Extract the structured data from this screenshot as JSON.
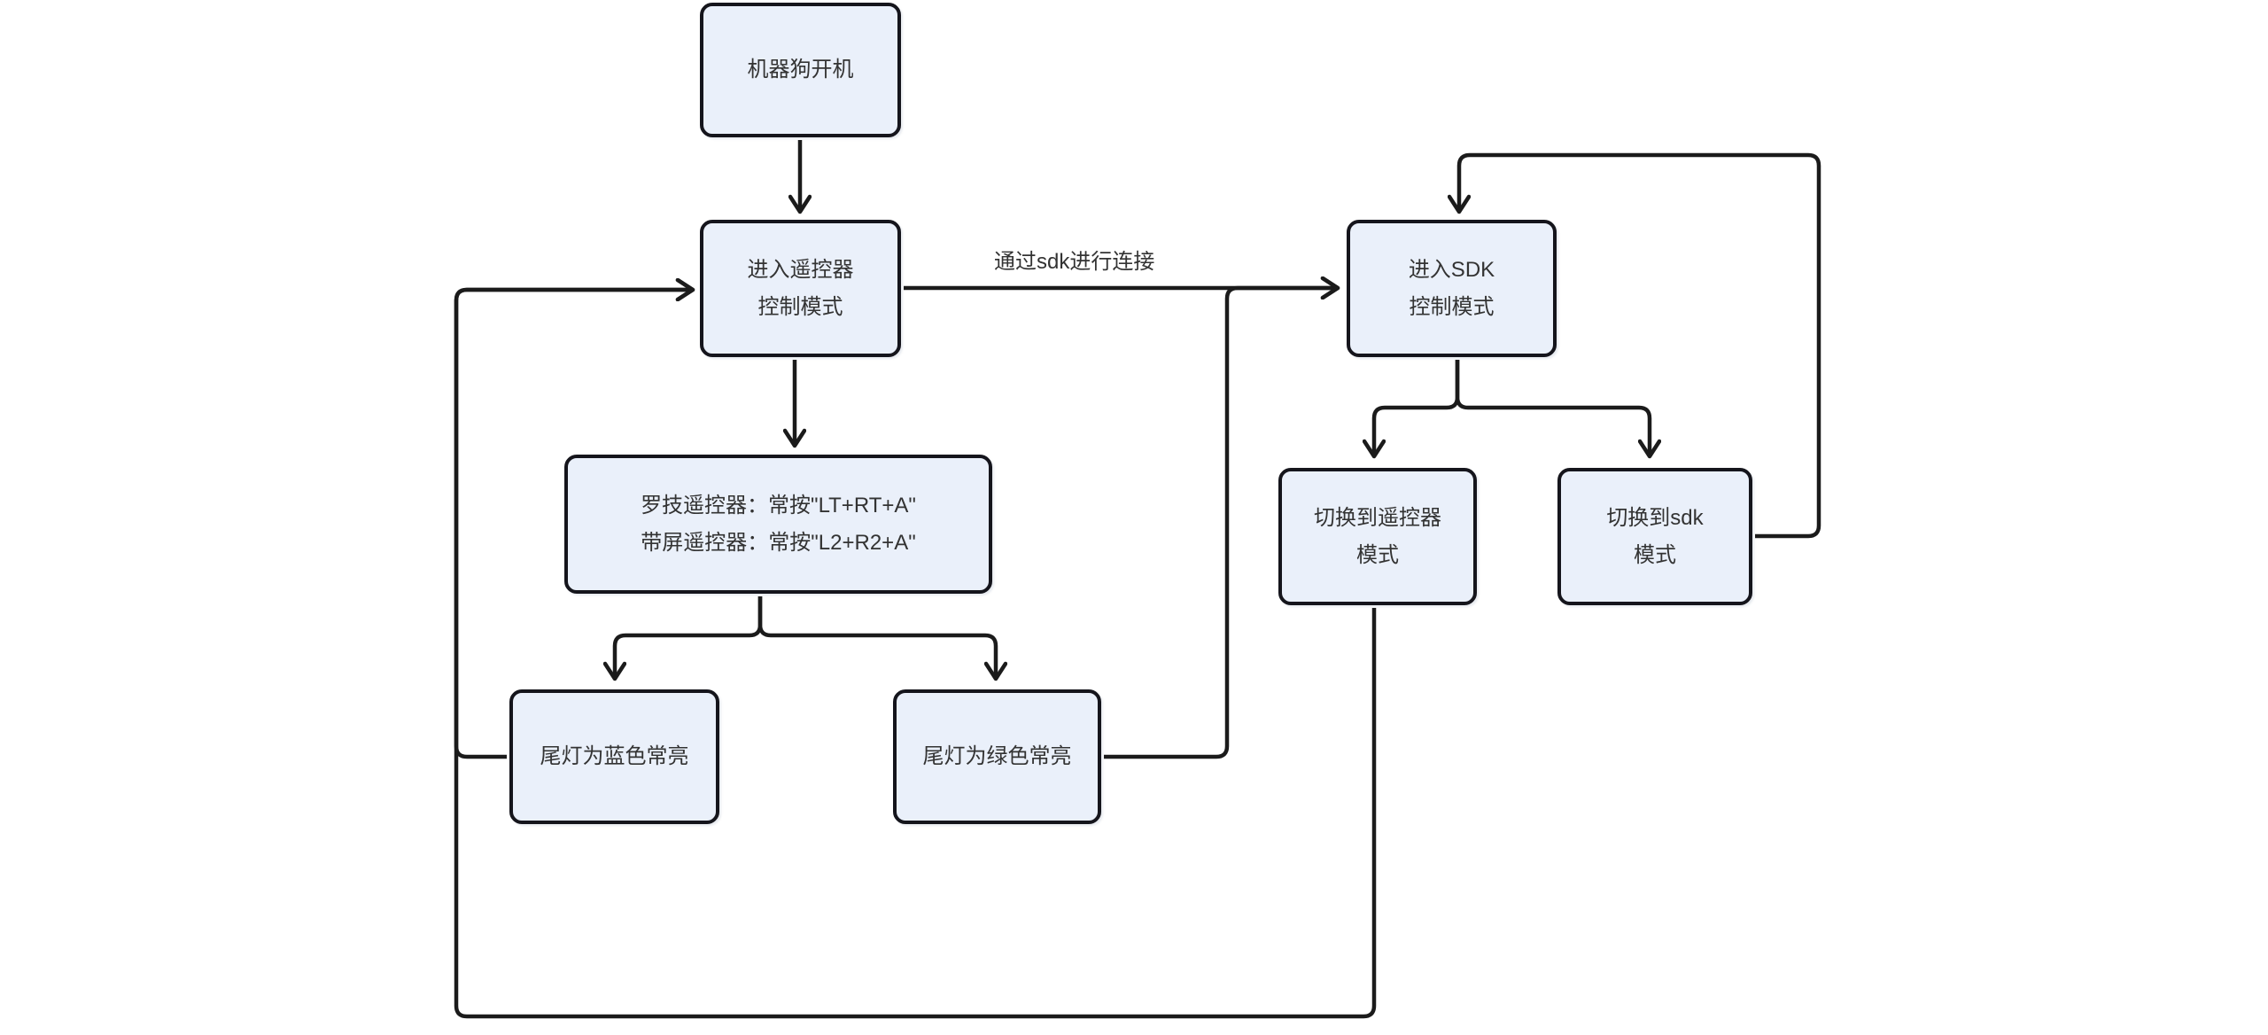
{
  "diagram": {
    "type": "flowchart",
    "direction": "top-down",
    "colors": {
      "background": "#ffffff",
      "node_fill": "#eaf0fa",
      "node_border": "#15151c",
      "line": "#1b1b1b",
      "text": "#333333"
    },
    "nodes": {
      "power_on": {
        "label": "机器狗开机"
      },
      "remote_mode": {
        "label": "进入遥控器\n控制模式"
      },
      "sdk_mode": {
        "label": "进入SDK\n控制模式"
      },
      "button_combo": {
        "label": "罗技遥控器：常按\"LT+RT+A\"\n带屏遥控器：常按\"L2+R2+A\""
      },
      "blue_light": {
        "label": "尾灯为蓝色常亮"
      },
      "green_light": {
        "label": "尾灯为绿色常亮"
      },
      "switch_remote": {
        "label": "切换到遥控器\n模式"
      },
      "switch_sdk": {
        "label": "切换到sdk\n模式"
      }
    },
    "edges": [
      {
        "from": "power_on",
        "to": "remote_mode",
        "label": ""
      },
      {
        "from": "remote_mode",
        "to": "sdk_mode",
        "label": "通过sdk进行连接"
      },
      {
        "from": "remote_mode",
        "to": "button_combo",
        "label": ""
      },
      {
        "from": "button_combo",
        "to": "blue_light",
        "label": ""
      },
      {
        "from": "button_combo",
        "to": "green_light",
        "label": ""
      },
      {
        "from": "blue_light",
        "to": "remote_mode",
        "label": ""
      },
      {
        "from": "green_light",
        "to": "sdk_mode",
        "label": ""
      },
      {
        "from": "sdk_mode",
        "to": "switch_remote",
        "label": ""
      },
      {
        "from": "sdk_mode",
        "to": "switch_sdk",
        "label": ""
      },
      {
        "from": "switch_remote",
        "to": "remote_mode",
        "label": ""
      },
      {
        "from": "switch_sdk",
        "to": "sdk_mode",
        "label": ""
      }
    ]
  }
}
